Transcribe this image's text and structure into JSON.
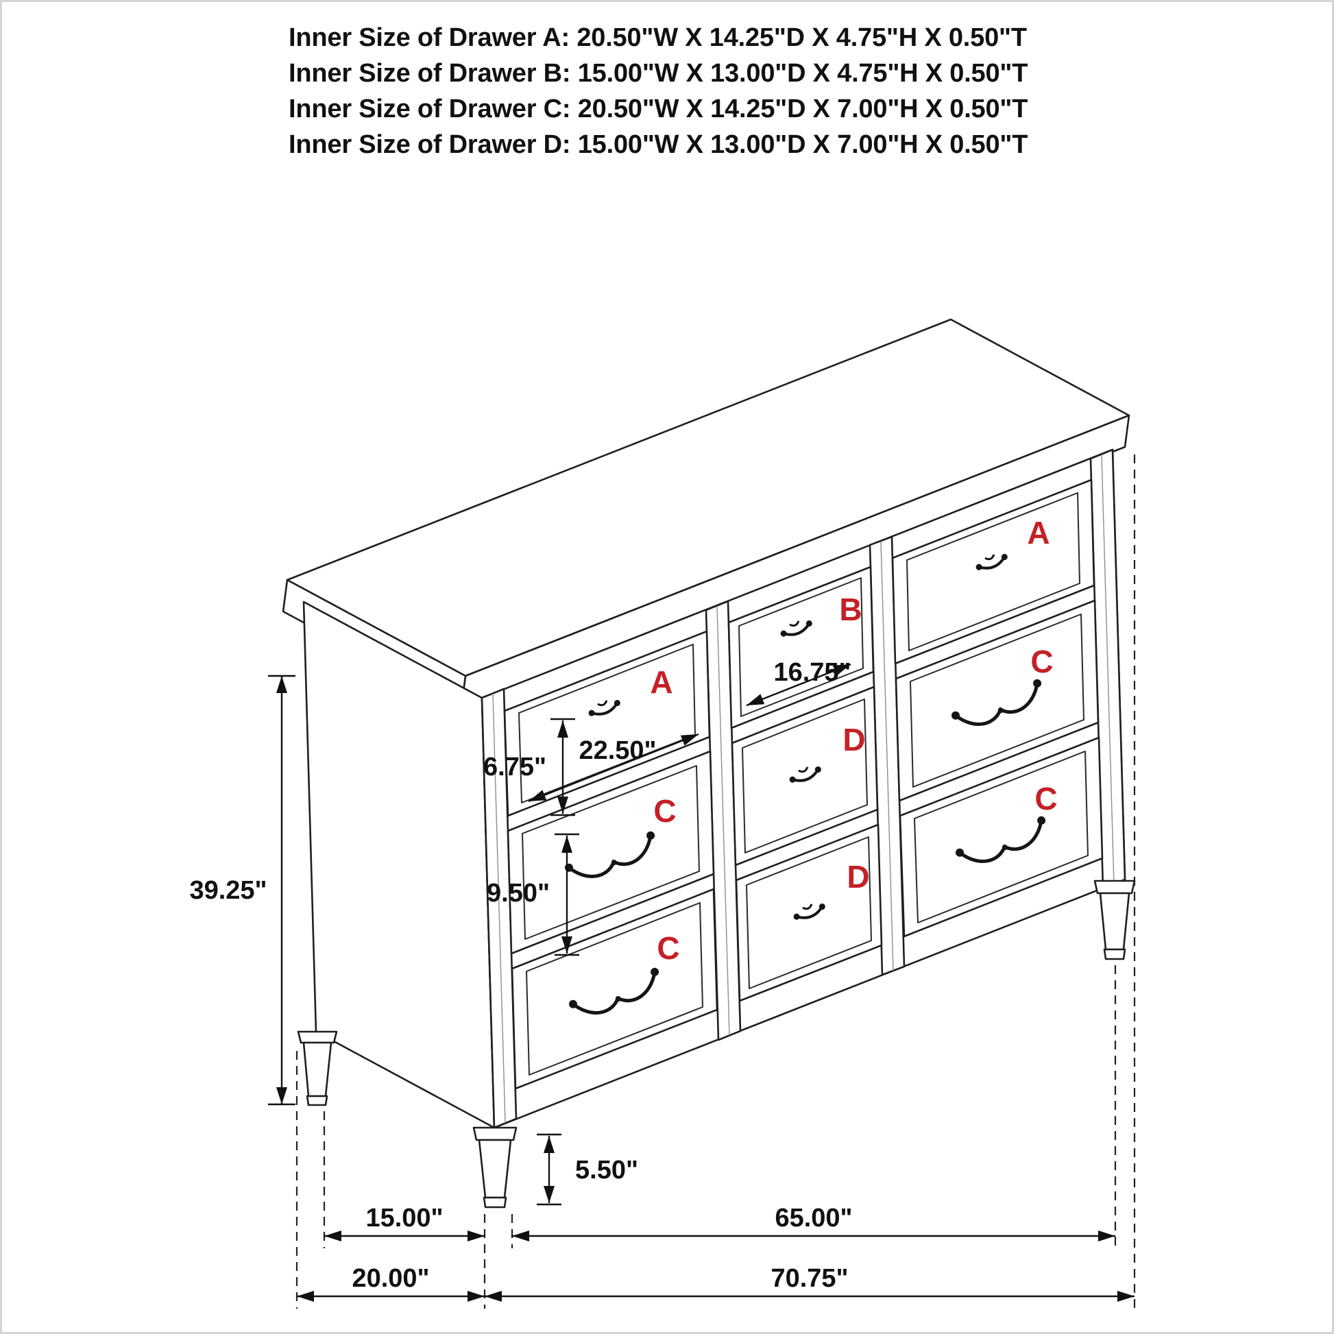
{
  "header": {
    "lines": [
      "Inner Size of Drawer A: 20.50\"W X 14.25\"D X 4.75\"H X 0.50\"T",
      "Inner Size of Drawer B: 15.00\"W X 13.00\"D X 4.75\"H X 0.50\"T",
      "Inner Size of Drawer C: 20.50\"W X 14.25\"D X 7.00\"H X 0.50\"T",
      "Inner Size of Drawer D: 15.00\"W X 13.00\"D X 7.00\"H X 0.50\"T"
    ]
  },
  "diagram": {
    "type": "isometric-furniture-dimension-diagram",
    "subject": "9-drawer dresser",
    "label_color": "#c42127",
    "line_color": "#1f1f1f",
    "drawers": [
      {
        "position": "left-top",
        "label": "A"
      },
      {
        "position": "left-middle",
        "label": "C"
      },
      {
        "position": "left-bottom",
        "label": "C"
      },
      {
        "position": "center-top",
        "label": "B"
      },
      {
        "position": "center-middle",
        "label": "D"
      },
      {
        "position": "center-bottom",
        "label": "D"
      },
      {
        "position": "right-top",
        "label": "A"
      },
      {
        "position": "right-middle",
        "label": "C"
      },
      {
        "position": "right-bottom",
        "label": "C"
      }
    ],
    "dimensions": {
      "overall_height": "39.25\"",
      "drawer_a_front_width": "22.50\"",
      "drawer_b_front_width": "16.75\"",
      "upper_drawer_front_height": "6.75\"",
      "lower_drawer_front_height": "9.50\"",
      "leg_height": "5.50\"",
      "depth_between_legs": "15.00\"",
      "width_between_legs": "65.00\"",
      "overall_depth": "20.00\"",
      "overall_width": "70.75\""
    }
  }
}
